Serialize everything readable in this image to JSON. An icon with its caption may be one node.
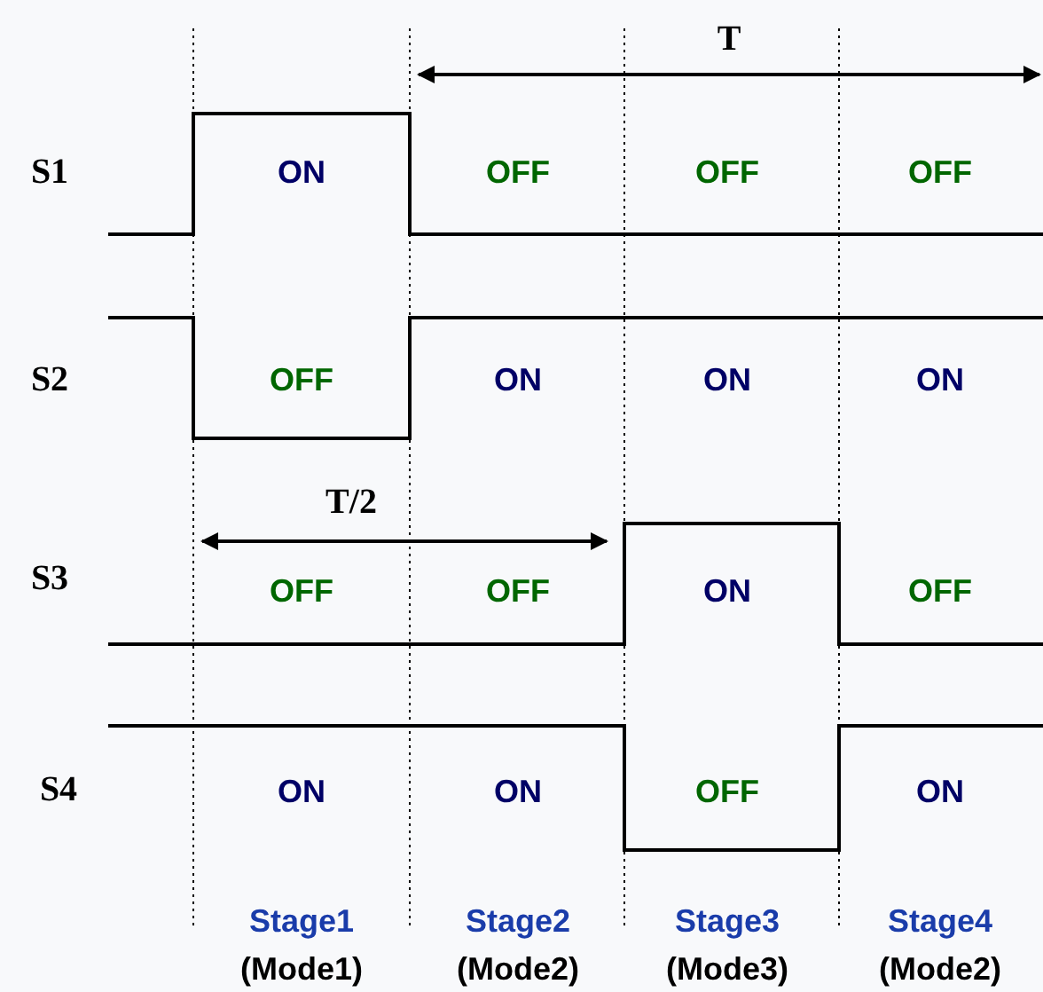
{
  "diagram": {
    "labels": [
      "T",
      "S1",
      "ON",
      "OFF",
      "OFF",
      "OFF",
      "S2",
      "OFF",
      "ON",
      "ON",
      "ON",
      "T/2",
      "S3",
      "OFF",
      "OFF",
      "ON",
      "OFF",
      "S4",
      "ON",
      "ON",
      "OFF",
      "ON",
      "Stage1",
      "Stage2",
      "Stage3",
      "Stage4",
      "(Mode1)",
      "(Mode2)",
      "(Mode3)",
      "(Mode2)"
    ]
  }
}
